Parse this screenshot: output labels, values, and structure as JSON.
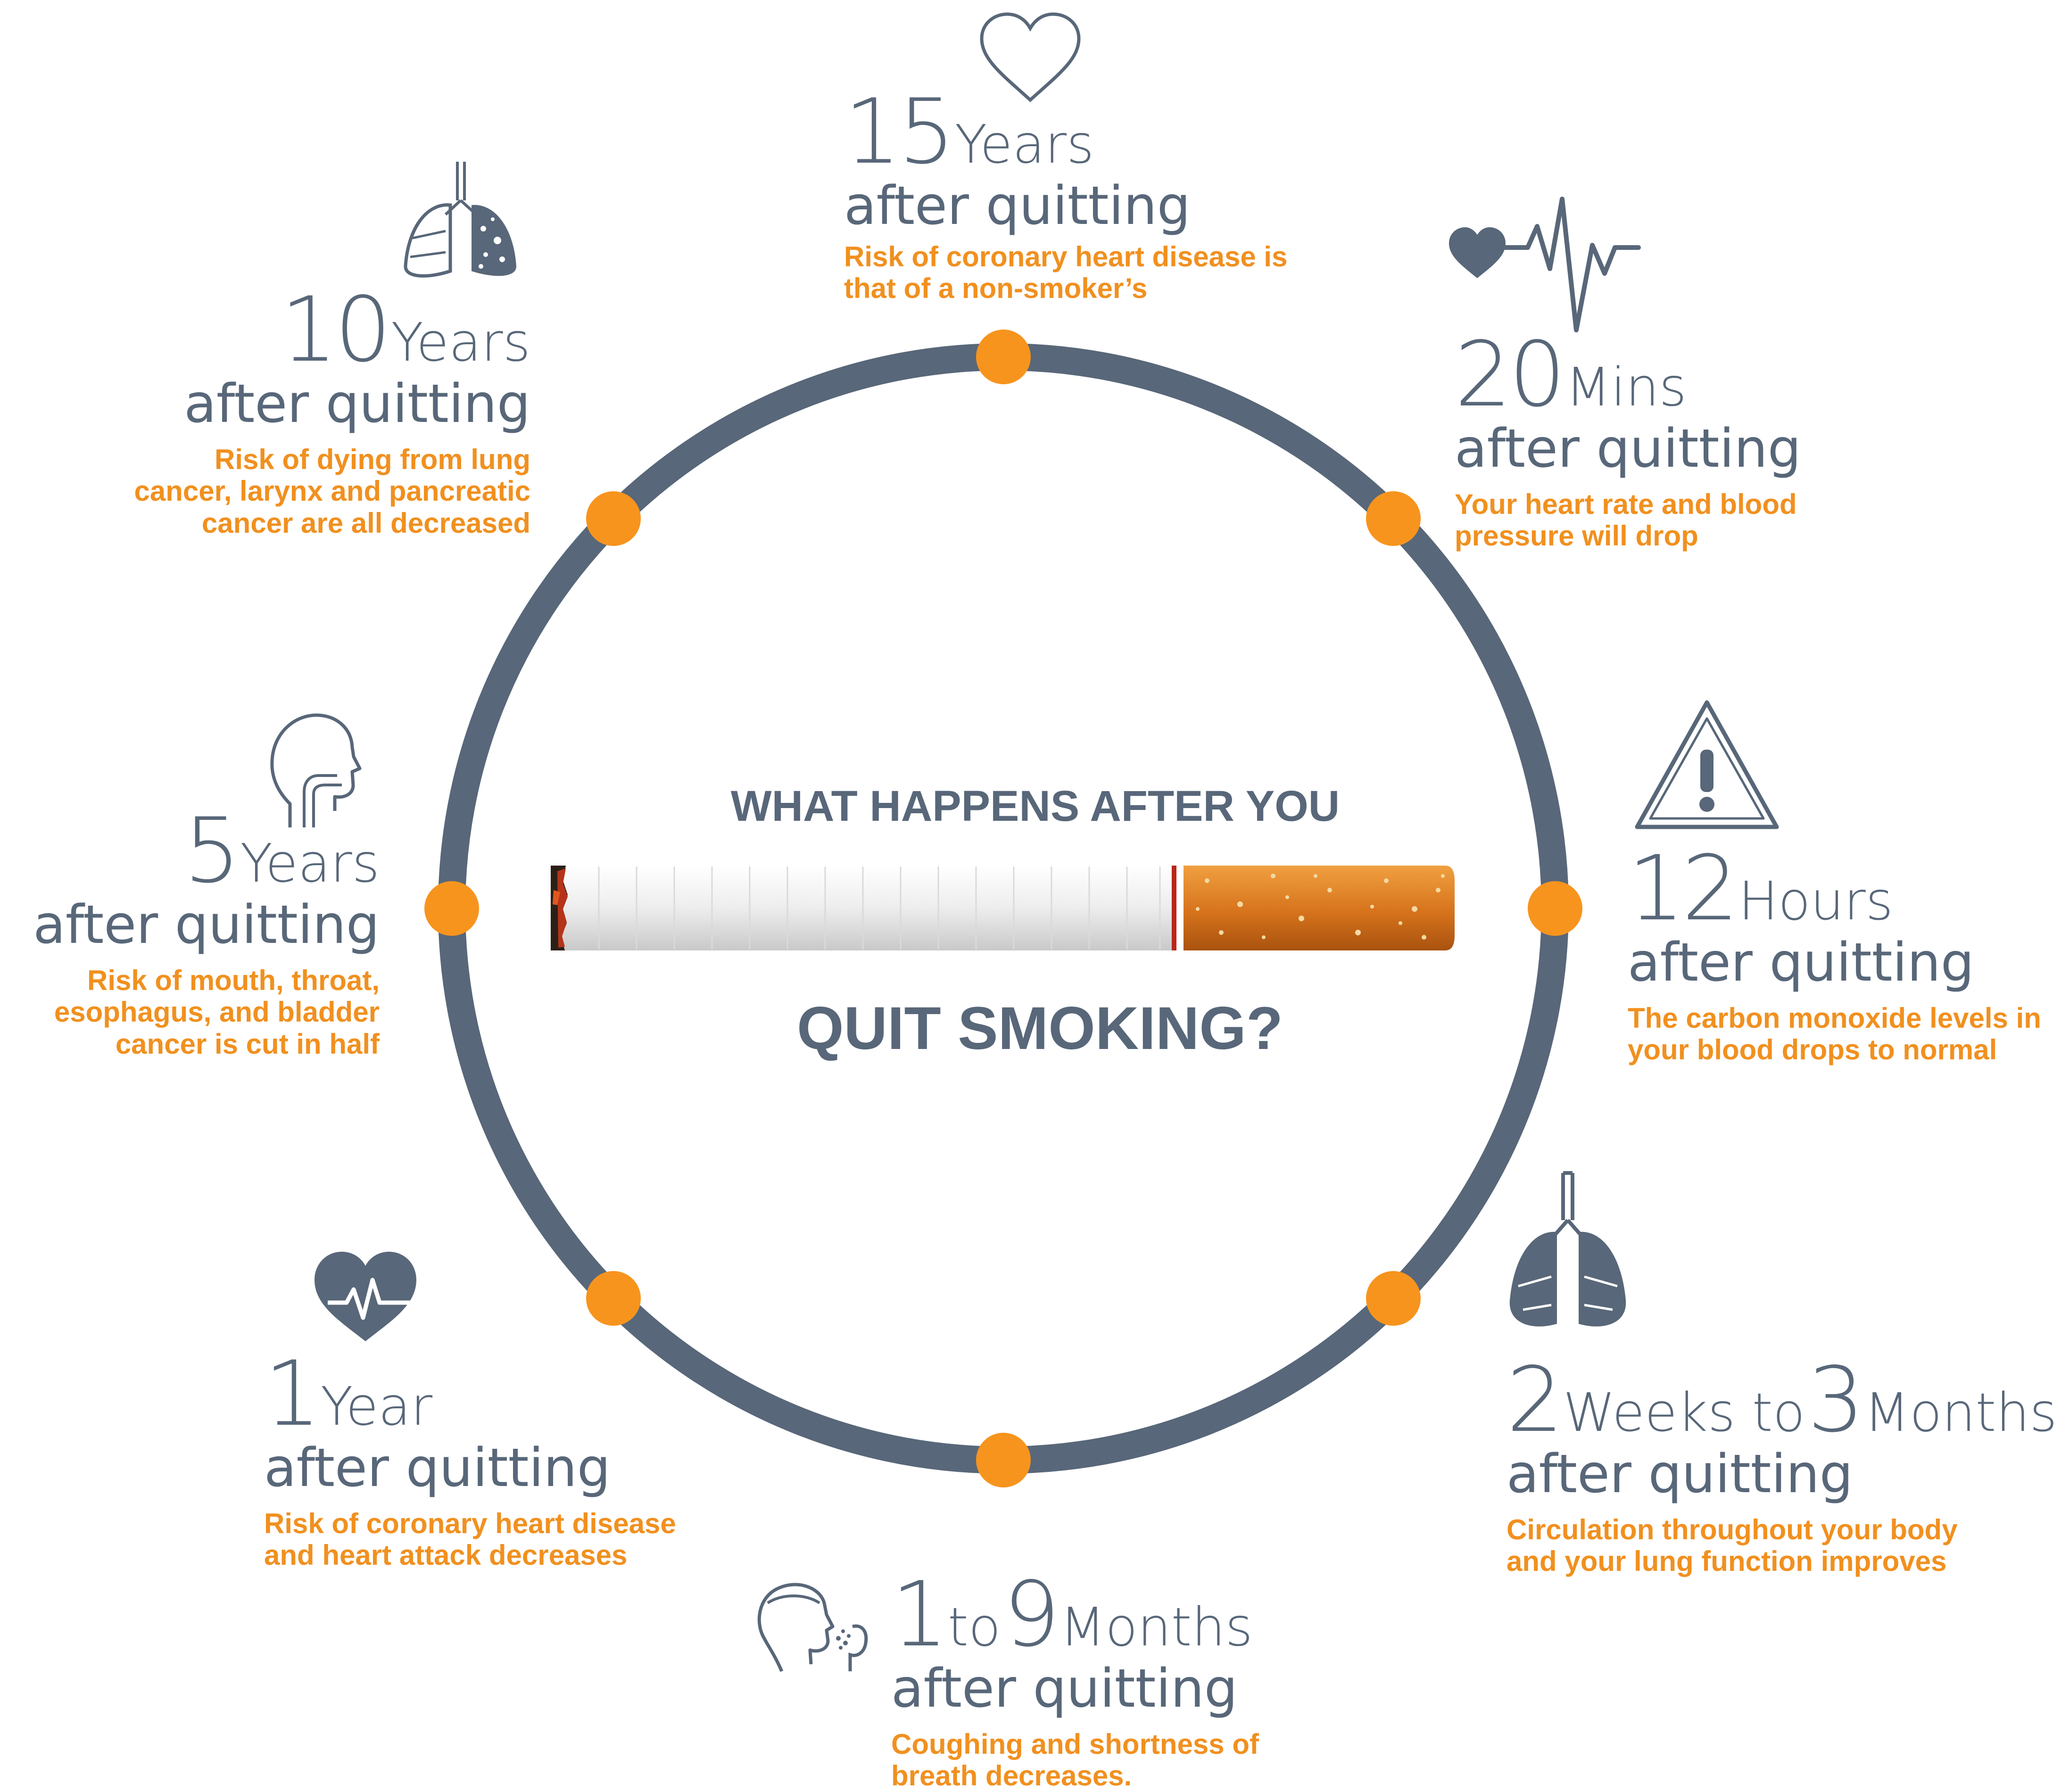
{
  "center": {
    "title_top": "WHAT HAPPENS AFTER YOU",
    "title_bottom": "QUIT SMOKING?"
  },
  "colors": {
    "ring": "#586779",
    "dot": "#f7941e",
    "text": "#586779",
    "accent": "#f1901f"
  },
  "milestones": [
    {
      "id": "m20",
      "num": "20",
      "unit": "Mins",
      "sub": "after quitting",
      "desc": [
        "Your heart rate and blood",
        "pressure will drop"
      ],
      "icon": "heart-pulse-line-icon"
    },
    {
      "id": "h12",
      "num": "12",
      "unit": "Hours",
      "sub": "after quitting",
      "desc": [
        "The carbon monoxide levels in",
        "your blood drops to normal"
      ],
      "icon": "warning-triangle-icon"
    },
    {
      "id": "w2m3",
      "num": "2",
      "mid": "Weeks to",
      "num2": "3",
      "unit": "Months",
      "sub": "after quitting",
      "desc": [
        "Circulation throughout your body",
        "and your lung function improves"
      ],
      "icon": "lungs-icon"
    },
    {
      "id": "m1to9",
      "num": "1",
      "mid": "to",
      "num2": "9",
      "unit": "Months",
      "sub": "after quitting",
      "desc": [
        "Coughing and shortness of",
        "breath decreases."
      ],
      "icon": "coughing-person-icon"
    },
    {
      "id": "y1",
      "num": "1",
      "unit": "Year",
      "sub": "after quitting",
      "desc": [
        "Risk of coronary heart disease",
        "and heart attack decreases"
      ],
      "icon": "heart-ecg-icon"
    },
    {
      "id": "y5",
      "num": "5",
      "unit": "Years",
      "sub": "after quitting",
      "desc": [
        "Risk of mouth, throat,",
        "esophagus, and bladder",
        "cancer is cut in half"
      ],
      "icon": "head-throat-icon"
    },
    {
      "id": "y10",
      "num": "10",
      "unit": "Years",
      "sub": "after quitting",
      "desc": [
        "Risk of dying from lung",
        "cancer, larynx and pancreatic",
        "cancer are all decreased"
      ],
      "icon": "damaged-lungs-icon"
    },
    {
      "id": "y15",
      "num": "15",
      "unit": "Years",
      "sub": "after quitting",
      "desc": [
        "Risk of coronary heart disease is",
        "that of a non-smoker’s"
      ],
      "icon": "heart-outline-icon"
    }
  ]
}
